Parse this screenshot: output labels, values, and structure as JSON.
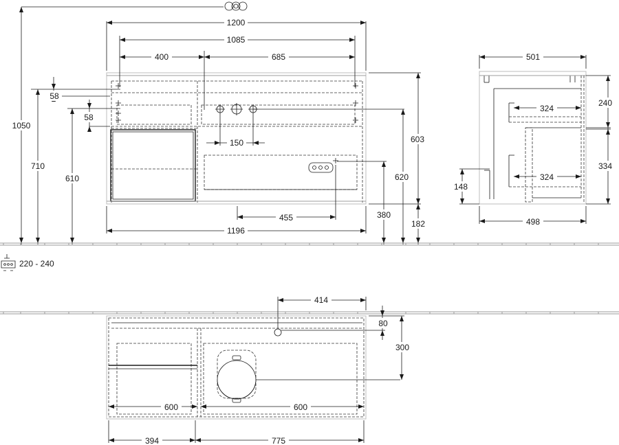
{
  "logo": {
    "icon": "circles-logo-icon"
  },
  "labels": {
    "d1200": "1200",
    "d1085": "1085",
    "d400": "400",
    "d685": "685",
    "d58a": "58",
    "d58b": "58",
    "d1050": "1050",
    "d710": "710",
    "d610": "610",
    "d150": "150",
    "d603": "603",
    "d620": "620",
    "d455": "455",
    "d380": "380",
    "d182": "182",
    "d1196": "1196",
    "d501": "501",
    "d240": "240",
    "d324a": "324",
    "d324b": "324",
    "d334": "334",
    "d148": "148",
    "d498": "498",
    "d414": "414",
    "d80": "80",
    "d300": "300",
    "d600a": "600",
    "d600b": "600",
    "d394": "394",
    "d775": "775",
    "wall_range": "220 - 240"
  },
  "icons": {
    "wall_icon": "wall-mount-icon"
  }
}
